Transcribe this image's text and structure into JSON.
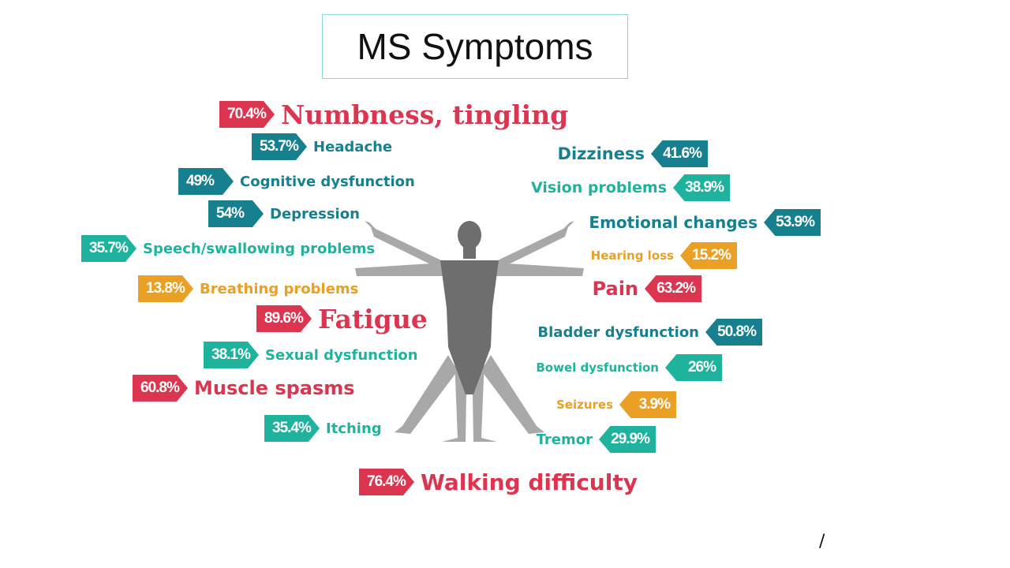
{
  "title": "MS Symptoms",
  "colors": {
    "red": "#dc3550",
    "dark_teal": "#17808f",
    "teal": "#1fb39d",
    "orange": "#e9a024",
    "figure": "#8a8a8a"
  },
  "left_symptoms": [
    {
      "label": "Numbness, tingling",
      "value": "70.4%"
    },
    {
      "label": "Headache",
      "value": "53.7%"
    },
    {
      "label": "Cognitive dysfunction",
      "value": "49%"
    },
    {
      "label": "Depression",
      "value": "54%"
    },
    {
      "label": "Speech/swallowing problems",
      "value": "35.7%"
    },
    {
      "label": "Breathing problems",
      "value": "13.8%"
    },
    {
      "label": "Fatigue",
      "value": "89.6%"
    },
    {
      "label": "Sexual dysfunction",
      "value": "38.1%"
    },
    {
      "label": "Muscle spasms",
      "value": "60.8%"
    },
    {
      "label": "Itching",
      "value": "35.4%"
    },
    {
      "label": "Walking difficulty",
      "value": "76.4%"
    }
  ],
  "right_symptoms": [
    {
      "label": "Dizziness",
      "value": "41.6%"
    },
    {
      "label": "Vision problems",
      "value": "38.9%"
    },
    {
      "label": "Emotional changes",
      "value": "53.9%"
    },
    {
      "label": "Hearing loss",
      "value": "15.2%"
    },
    {
      "label": "Pain",
      "value": "63.2%"
    },
    {
      "label": "Bladder dysfunction",
      "value": "50.8%"
    },
    {
      "label": "Bowel dysfunction",
      "value": "26%"
    },
    {
      "label": "Seizures",
      "value": "3.9%"
    },
    {
      "label": "Tremor",
      "value": "29.9%"
    }
  ],
  "corner_mark": "/"
}
